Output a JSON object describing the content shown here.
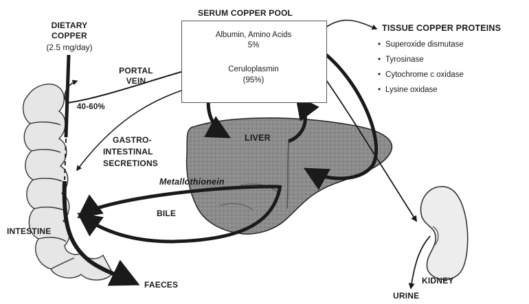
{
  "diagram": {
    "labels": {
      "dietary": [
        "DIETARY",
        "COPPER"
      ],
      "dietary_amount": "(2.5 mg/day)",
      "serum_pool": "SERUM COPPER POOL",
      "pool_albumin": "Albumin, Amino Acids",
      "pool_albumin_pct": "5%",
      "pool_cerulo": "Ceruloplasmin",
      "pool_cerulo_pct": "(95%)",
      "tissue_title": "TISSUE COPPER PROTEINS",
      "portal": [
        "PORTAL",
        "VEIN"
      ],
      "absorption": "40-60%",
      "gi": [
        "GASTRO-",
        "INTESTINAL",
        "SECRETIONS"
      ],
      "liver": "LIVER",
      "metallothionein": "Metallothionein",
      "bile": "BILE",
      "intestine": "INTESTINE",
      "faeces": "FAECES",
      "kidney": "KIDNEY",
      "urine": "URINE"
    },
    "tissue_proteins": [
      "Superoxide dismutase",
      "Tyrosinase",
      "Cytochrome c oxidase",
      "Lysine oxidase"
    ],
    "colors": {
      "ink": "#1a1a1a",
      "organ_fill": "#8a8a8a",
      "organ_stroke": "#2a2a2a"
    }
  }
}
